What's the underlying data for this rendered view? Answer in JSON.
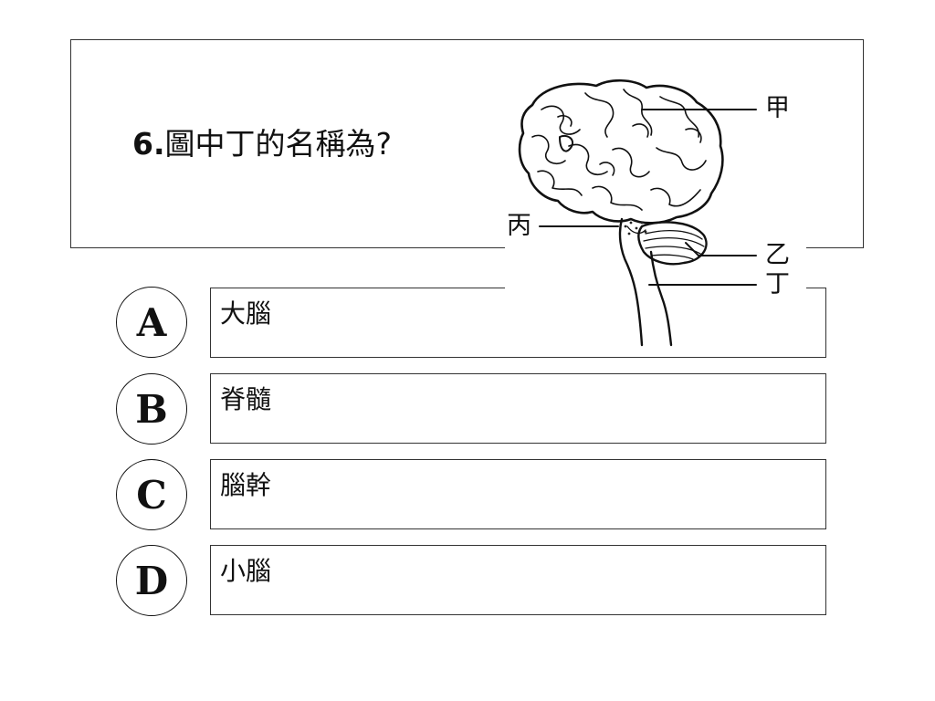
{
  "question": {
    "number": "6.",
    "text": "圖中丁的名稱為?"
  },
  "figure": {
    "labels": {
      "jia": "甲",
      "yi": "乙",
      "bing": "丙",
      "ding": "丁"
    }
  },
  "options": [
    {
      "letter": "A",
      "text": "大腦"
    },
    {
      "letter": "B",
      "text": "脊髓"
    },
    {
      "letter": "C",
      "text": "腦幹"
    },
    {
      "letter": "D",
      "text": "小腦"
    }
  ]
}
